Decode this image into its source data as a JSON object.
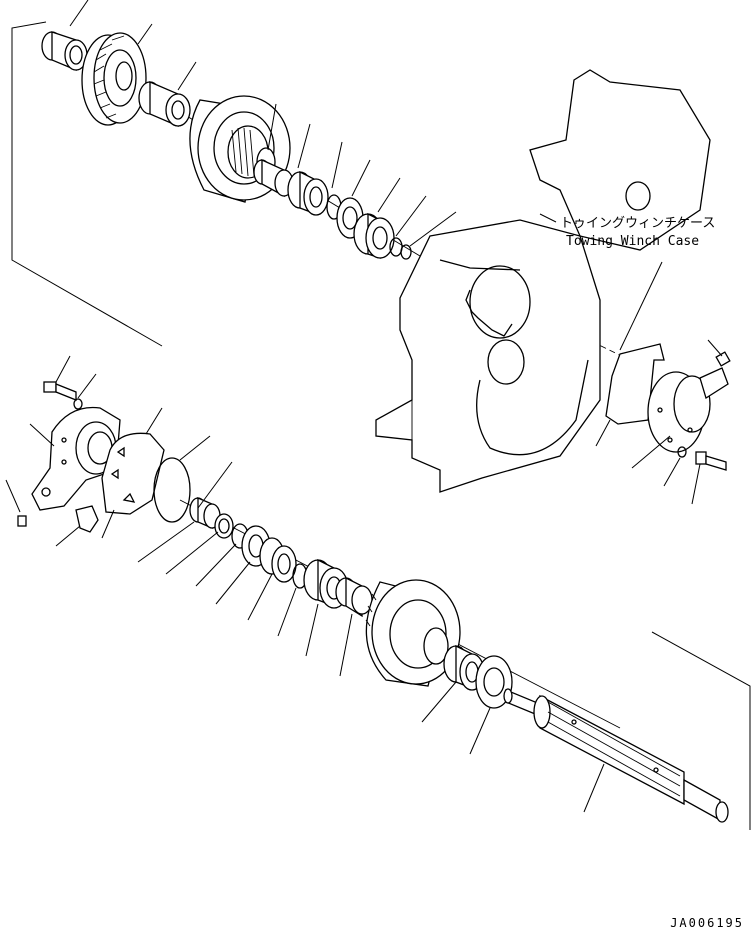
{
  "labels": {
    "case_jp": "トゥイングウィンチケース",
    "case_en": "Towing Winch Case",
    "drawing_no": "JA006195"
  },
  "icons": {
    "gear": "bevel-gear-icon",
    "bearing": "bearing-icon",
    "bolt": "bolt-icon"
  }
}
